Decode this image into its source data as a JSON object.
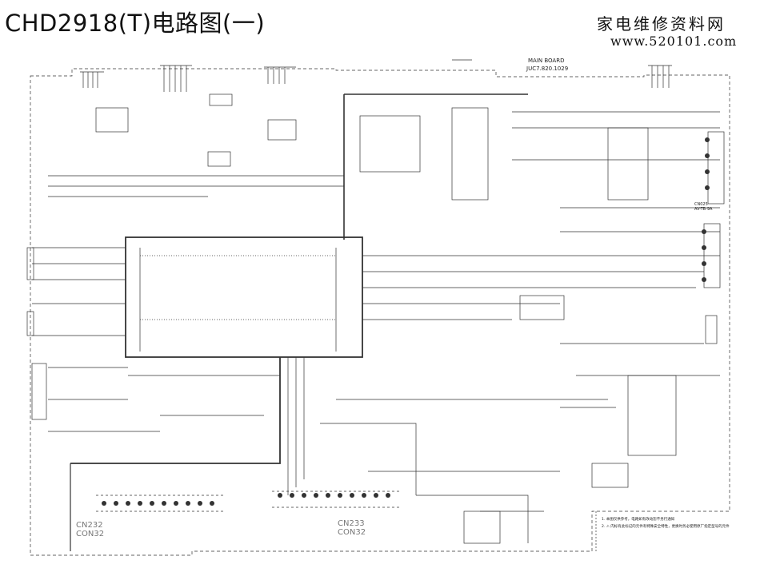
{
  "header": {
    "title": "CHD2918(T)电路图(一)",
    "brand_cn": "家电维修资料网",
    "brand_url": "www.520101.com"
  },
  "board": {
    "name": "MAIN BOARD",
    "code": "JUC7.820.1029"
  },
  "connectors": {
    "left": "CN232",
    "left_type": "CON32",
    "right": "CN233",
    "right_type": "CON32",
    "av": "CN025",
    "av_type": "AV-TB-9A"
  },
  "notes": [
    "1. 本图仅供参考，电路如有改动恕不另行通知",
    "2. ⚠ 内标有此标记的元件有特殊安全特性，更换时务必使用原厂指定型号的元件"
  ]
}
